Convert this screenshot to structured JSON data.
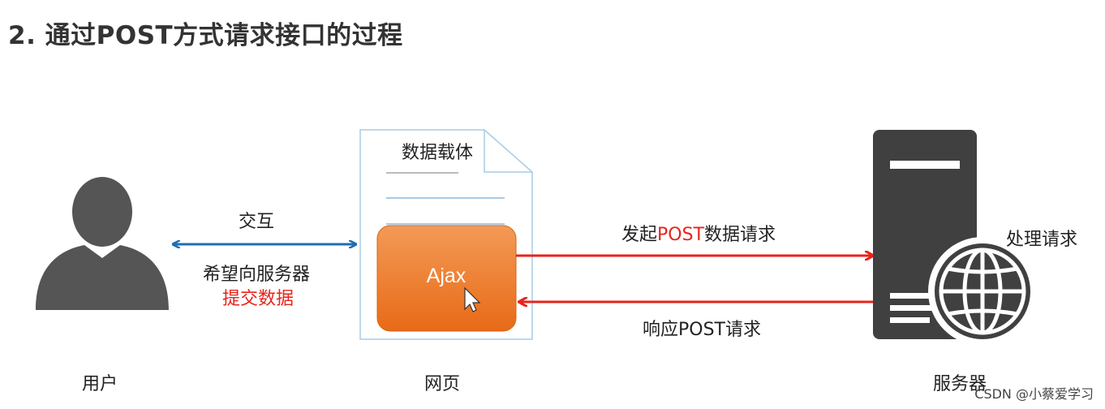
{
  "title": "2. 通过POST方式请求接口的过程",
  "nodes": {
    "user_label": "用户",
    "webpage_label": "网页",
    "server_label": "服务器",
    "payload_label": "数据载体",
    "ajax_label": "Ajax",
    "process_label": "处理请求"
  },
  "edges": {
    "interaction_label": "交互",
    "submit_label_line1": "希望向服务器",
    "submit_label_line2": "提交数据",
    "request_prefix": "发起",
    "request_highlight": "POST",
    "request_suffix": "数据请求",
    "response_label": "响应POST请求"
  },
  "colors": {
    "person": "#555555",
    "server": "#404040",
    "interaction_arrow": "#1f6db4",
    "request_arrow": "#e8231c",
    "ajax_box": "#ee7a2a",
    "highlight_text": "#e8231c",
    "page_outline": "#a8cbe6"
  },
  "watermark": "CSDN @小蔡爱学习"
}
